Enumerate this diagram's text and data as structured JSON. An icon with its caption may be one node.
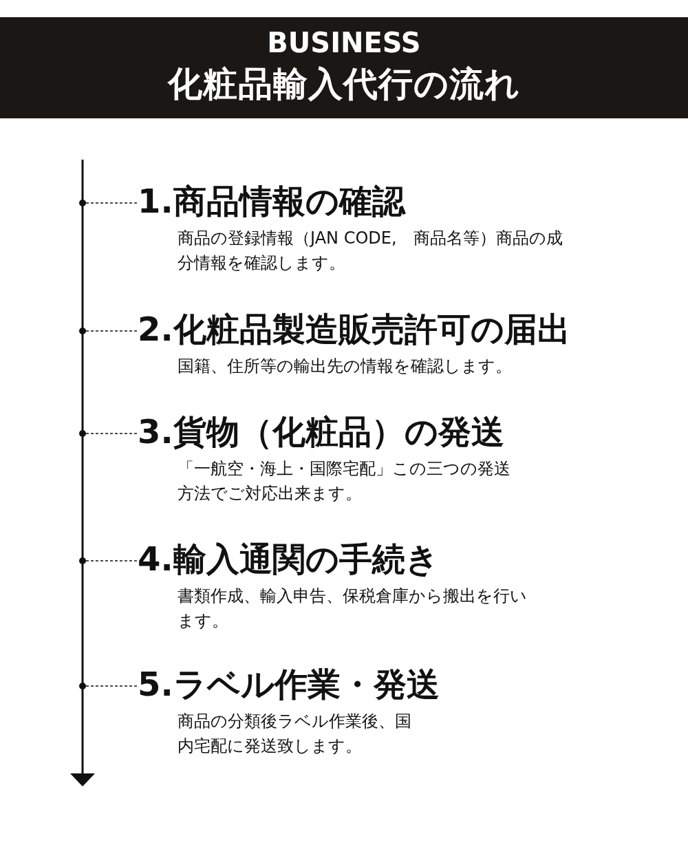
{
  "diagram": {
    "title": "化粧品輸入代行の流れ",
    "nodes": [
      {
        "text": [
          "1.商品情報の確認",
          "商品の登録情報（JAN CODE,　商品名等）商品の成分情報を確認します。"
        ]
      },
      {
        "text": [
          "2.化粧品製造販売許可の届出",
          "国籍、住所等の輸出先の情報を確認します。"
        ]
      },
      {
        "text": [
          "3.貨物（化粧品）の発送",
          "「一航空・海上・国際宅配」この三つの発送方法でご対応出来ます。"
        ]
      },
      {
        "text": [
          "4.輸入通関の手続き",
          "書類作成、輸入申告、保税倉庫から搬出を行います。"
        ]
      },
      {
        "text": [
          "5.ラベル作業・発送",
          "商品の分類後ラベル作業後、国内宅配に発送致します。"
        ]
      },
      {
        "text": [],
        "shape": "circle"
      },
      {
        "text": [],
        "shape": "circle"
      },
      {
        "text": [],
        "shape": "circle"
      },
      {
        "text": [],
        "shape": "circle"
      },
      {
        "text": [],
        "shape": "circle"
      }
    ],
    "edges": [
      {
        "from": 5,
        "to": 0,
        "arrow": "none",
        "style": "dashed"
      },
      {
        "from": 6,
        "to": 1,
        "arrow": "none",
        "style": "dashed"
      },
      {
        "from": 7,
        "to": 2,
        "arrow": "none",
        "style": "dashed"
      },
      {
        "from": 8,
        "to": 3,
        "arrow": "none",
        "style": "dashed"
      },
      {
        "from": 9,
        "to": 4,
        "arrow": "none",
        "style": "dashed"
      }
    ],
    "labels": [
      "BUSINESS"
    ]
  }
}
